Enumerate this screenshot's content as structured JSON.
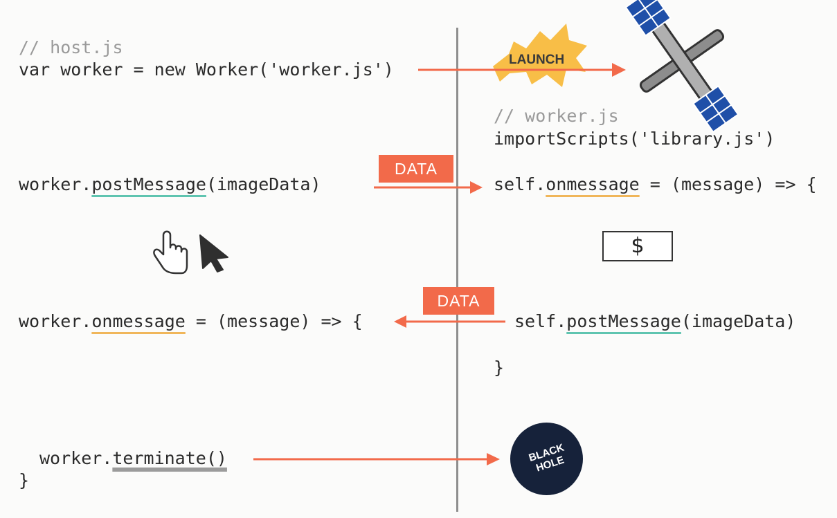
{
  "host": {
    "comment": "// host.js",
    "line_new_worker": "var worker = new Worker('worker.js')",
    "post_prefix": "worker.",
    "post_method": "postMessage",
    "post_args": "(imageData)",
    "onmsg_prefix": "worker.",
    "onmsg_prop": "onmessage",
    "onmsg_rest": " = (message) => {",
    "term_prefix": "worker.",
    "term_method": "terminate()",
    "closing_brace": "}"
  },
  "worker": {
    "comment": "// worker.js",
    "import_line": "importScripts('library.js')",
    "onmsg_prefix": "self.",
    "onmsg_prop": "onmessage",
    "onmsg_rest": " = (message) => {",
    "post_prefix": "self.",
    "post_method": "postMessage",
    "post_args": "(imageData)",
    "closing_brace": "}"
  },
  "labels": {
    "launch": "LAUNCH",
    "data_to_worker": "DATA",
    "data_to_host": "DATA",
    "money_symbol": "$",
    "black_hole": "BLACK HOLE"
  },
  "colors": {
    "arrow": "#f26a4a",
    "underline_teal": "#5fc4b0",
    "underline_orange": "#f0b65a",
    "launch_splash": "#f7b733",
    "satellite_panel": "#1f4fa8",
    "black_hole": "#16223a"
  },
  "icons": [
    "pointer-hand-icon",
    "cursor-arrow-icon",
    "splash-icon",
    "satellite-icon",
    "money-icon",
    "black-hole-icon"
  ]
}
